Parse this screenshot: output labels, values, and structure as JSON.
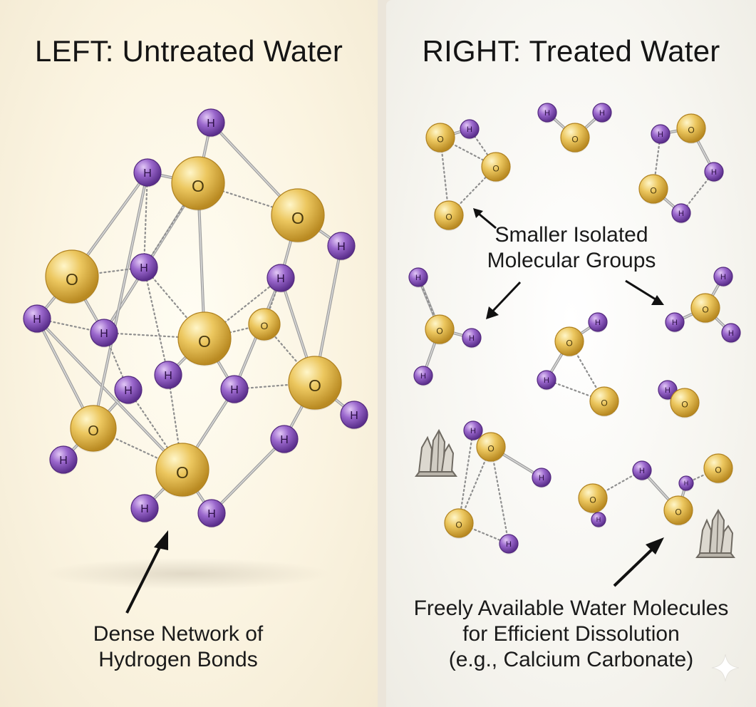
{
  "left": {
    "title": "LEFT: Untreated Water",
    "caption": [
      "Dense Network of",
      "Hydrogen Bonds"
    ]
  },
  "right": {
    "title": "RIGHT: Treated Water",
    "label_groups": [
      "Smaller Isolated",
      "Molecular Groups"
    ],
    "caption": [
      "Freely Available Water Molecules",
      "for Efficient Dissolution",
      "(e.g., Calcium Carbonate)"
    ]
  },
  "atom_labels": {
    "oxygen": "O",
    "hydrogen": "H"
  },
  "colors": {
    "oxygen": "#e9c25a",
    "hydrogen": "#8e5cc0",
    "bond": "#a5a5a5",
    "arrow": "#111111",
    "crystal": "#c9c5bd"
  },
  "icons": [
    "calcium-carbonate-crystal-icon",
    "calcium-carbonate-crystal-icon",
    "sparkle-icon"
  ]
}
